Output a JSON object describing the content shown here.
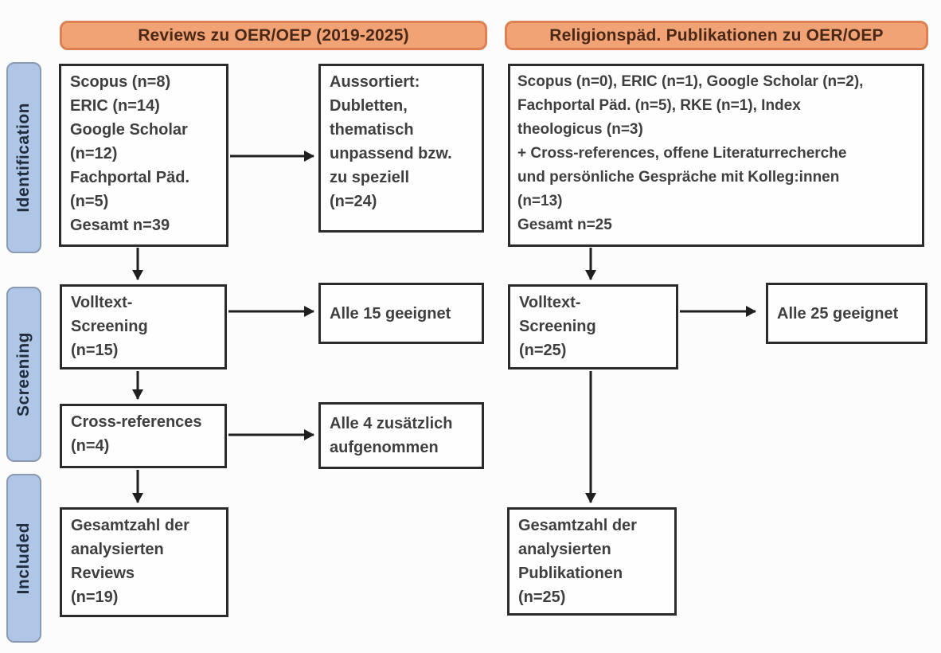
{
  "stage_labels": {
    "identification": "Identification",
    "screening": "Screening",
    "included": "Included"
  },
  "left_column": {
    "header": "Reviews zu OER/OEP (2019-2025)",
    "sources_box": "Scopus (n=8)\nERIC (n=14)\nGoogle Scholar\n(n=12)\nFachportal Päd.\n(n=5)\nGesamt n=39",
    "excluded_box": "Aussortiert:\nDubletten,\nthematisch\nunpassend bzw.\nzu speziell\n(n=24)",
    "fulltext_screening_box": "Volltext-\nScreening\n(n=15)",
    "screening_result_box": "Alle 15 geeignet",
    "crossref_box": "Cross-references\n(n=4)",
    "crossref_result_box": "Alle 4 zusätzlich\naufgenommen",
    "included_box": "Gesamtzahl der\nanalysierten\nReviews\n(n=19)"
  },
  "right_column": {
    "header": "Religionspäd. Publikationen zu OER/OEP",
    "sources_box": "Scopus (n=0), ERIC (n=1), Google Scholar (n=2),\nFachportal Päd. (n=5), RKE (n=1), Index\ntheologicus (n=3)\n+ Cross-references, offene Literaturrecherche\nund persönliche Gespräche mit Kolleg:innen\n(n=13)\nGesamt n=25",
    "fulltext_screening_box": "Volltext-\nScreening\n(n=25)",
    "screening_result_box": "Alle 25 geeignet",
    "included_box": "Gesamtzahl der\nanalysierten\nPublikationen\n(n=25)"
  },
  "colors": {
    "header_fill": "#F1A376",
    "header_border": "#DD8154",
    "header_text": "#4A2817",
    "stage_fill": "#AFC6E6",
    "stage_border": "#8A9AB1",
    "box_border": "#2B2B2B",
    "box_text": "#3F3F3F",
    "arrow": "#1F1F1F"
  }
}
